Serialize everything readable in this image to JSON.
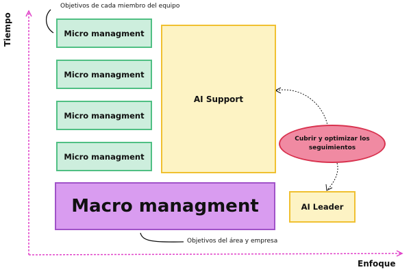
{
  "diagram": {
    "y_axis_label": "Tiempo",
    "x_axis_label": "Enfoque",
    "top_annotation": "Objetivos de cada miembro del equipo",
    "bottom_annotation": "Objetivos del área y empresa",
    "micro_boxes": [
      {
        "label": "Micro managment"
      },
      {
        "label": "Micro managment"
      },
      {
        "label": "Micro managment"
      },
      {
        "label": "Micro managment"
      }
    ],
    "ai_support": "AI Support",
    "macro": "Macro managment",
    "ai_leader": "AI Leader",
    "ellipse_note": "Cubrir y optimizar los seguimientos",
    "colors": {
      "axis": "#e040c8",
      "micro_fill": "#cdeedd",
      "micro_border": "#4fbf83",
      "support_fill": "#fdf3c4",
      "support_border": "#f0c030",
      "macro_fill": "#d99cf0",
      "macro_border": "#a052c8",
      "ellipse_fill": "#f08aa2",
      "ellipse_border": "#d8324e"
    }
  }
}
